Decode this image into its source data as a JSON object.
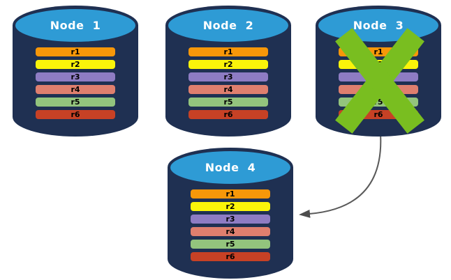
{
  "diagram": {
    "nodes": [
      {
        "label": "Node  1",
        "status": "active",
        "rows": [
          "r1",
          "r2",
          "r3",
          "r4",
          "r5",
          "r6"
        ]
      },
      {
        "label": "Node  2",
        "status": "active",
        "rows": [
          "r1",
          "r2",
          "r3",
          "r4",
          "r5",
          "r6"
        ]
      },
      {
        "label": "Node  3",
        "status": "failed",
        "rows": [
          "r1",
          "r2",
          "r3",
          "r4",
          "r5",
          "r6"
        ]
      },
      {
        "label": "Node  4",
        "status": "active",
        "rows": [
          "r1",
          "r2",
          "r3",
          "r4",
          "r5",
          "r6"
        ]
      }
    ],
    "row_colors": [
      "#F79709",
      "#FAF40A",
      "#8E7CC3",
      "#DF7F6E",
      "#93C47D",
      "#C74125"
    ],
    "colors": {
      "cylinder_body": "#1F3052",
      "cylinder_top": "#2E9BD5",
      "node_label_text": "#FFFFFF",
      "row_label_text": "#000000",
      "failure_x": "#79BE20",
      "arrow": "#595959",
      "arrowhead": "#4D4D4D",
      "background": "#FFFFFF"
    }
  }
}
